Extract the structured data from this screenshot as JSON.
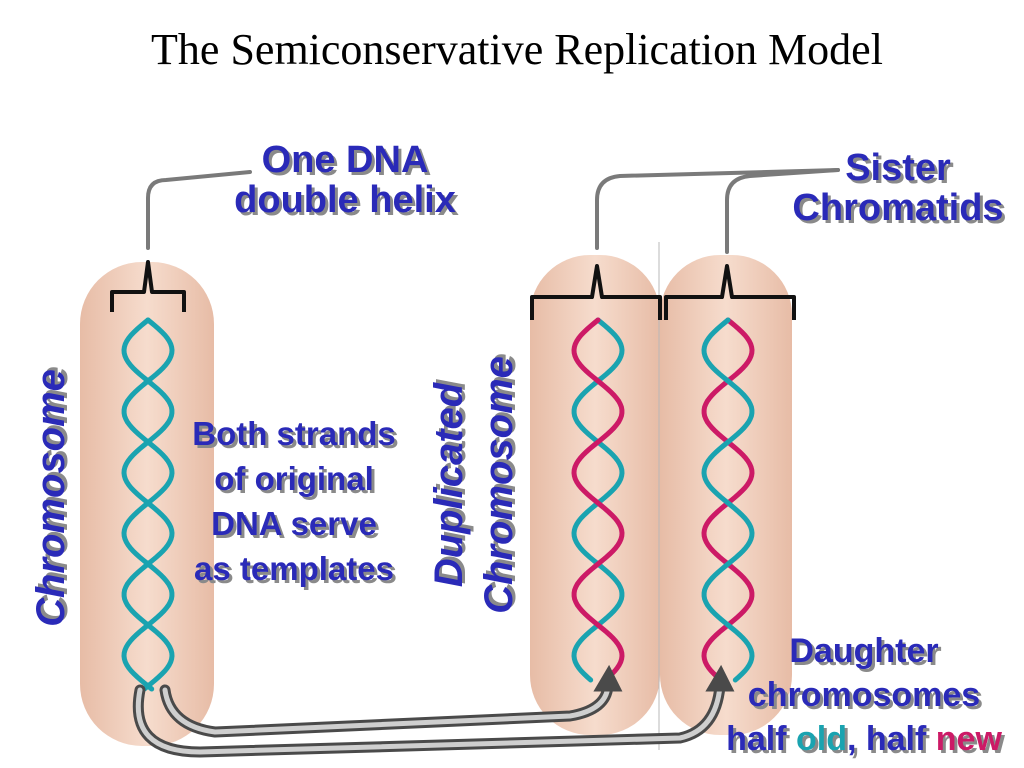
{
  "title": "The Semiconservative Replication Model",
  "labels": {
    "one_dna_line1": "One DNA",
    "one_dna_line2": "double helix",
    "sister_line1": "Sister",
    "sister_line2": "Chromatids",
    "chromosome": "Chromosome",
    "duplicated_line1": "Duplicated",
    "duplicated_line2": "Chromosome",
    "templates_line1": "Both strands",
    "templates_line2": "of original",
    "templates_line3": "DNA serve",
    "templates_line4": "as templates",
    "daughter_line1": "Daughter",
    "daughter_line2": "chromosomes",
    "half_old_prefix": "half ",
    "half_old_word": "old",
    "half_sep": ", half ",
    "half_new_word": "new"
  },
  "colors": {
    "chromosome_fill": "#f2d2c0",
    "label_blue": "#2a2ab8",
    "old_strand": "#1aa3b0",
    "new_strand": "#cc1a66",
    "connector": "#7a7a7a"
  }
}
